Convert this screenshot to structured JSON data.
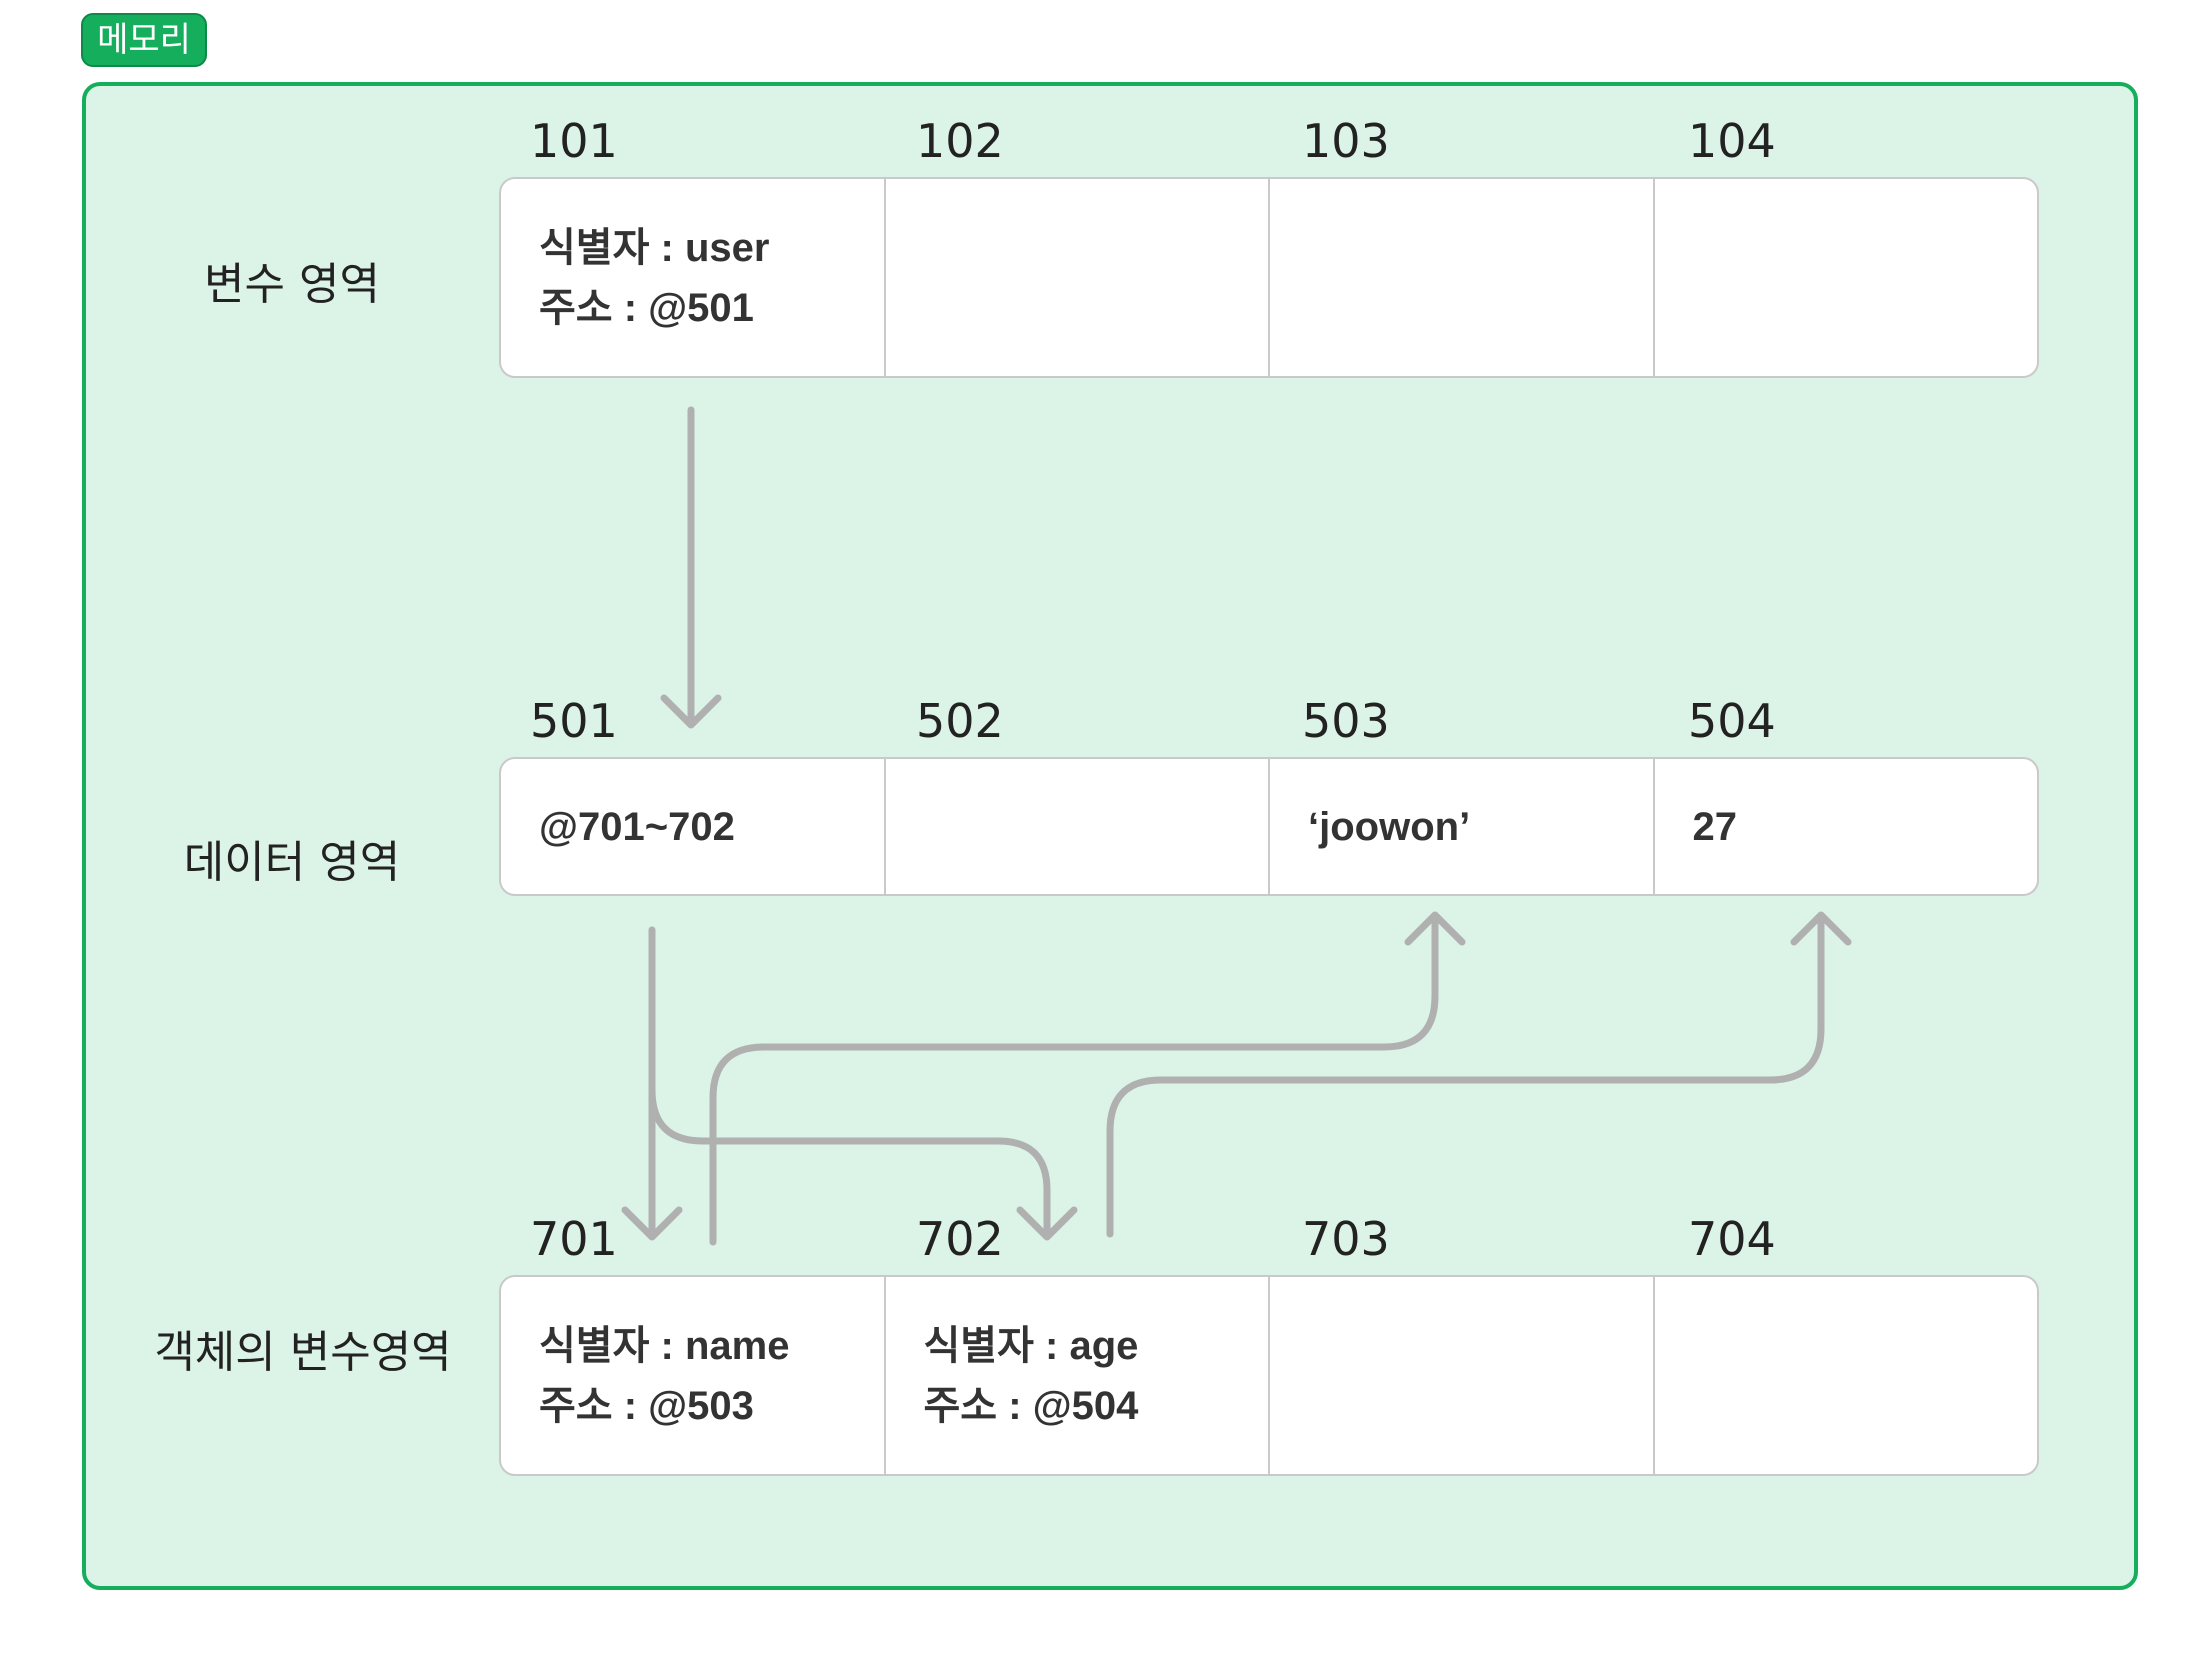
{
  "badge": "메모리",
  "rows": [
    {
      "label": "변수 영역",
      "addresses": [
        "101",
        "102",
        "103",
        "104"
      ],
      "cells": [
        [
          "식별자 : user",
          "주소 : @501"
        ],
        [],
        [],
        []
      ]
    },
    {
      "label": "데이터 영역",
      "addresses": [
        "501",
        "502",
        "503",
        "504"
      ],
      "cells": [
        [
          "@701~702"
        ],
        [],
        [
          "‘joowon’"
        ],
        [
          "27"
        ]
      ]
    },
    {
      "label": "객체의 변수영역",
      "addresses": [
        "701",
        "702",
        "703",
        "704"
      ],
      "cells": [
        [
          "식별자 : name",
          "주소 : @503"
        ],
        [
          "식별자 : age",
          "주소 : @504"
        ],
        [],
        []
      ]
    }
  ],
  "colors": {
    "accent": "#14ae5c",
    "panel": "#dcf3e7",
    "arrow": "#b0b0b0"
  }
}
